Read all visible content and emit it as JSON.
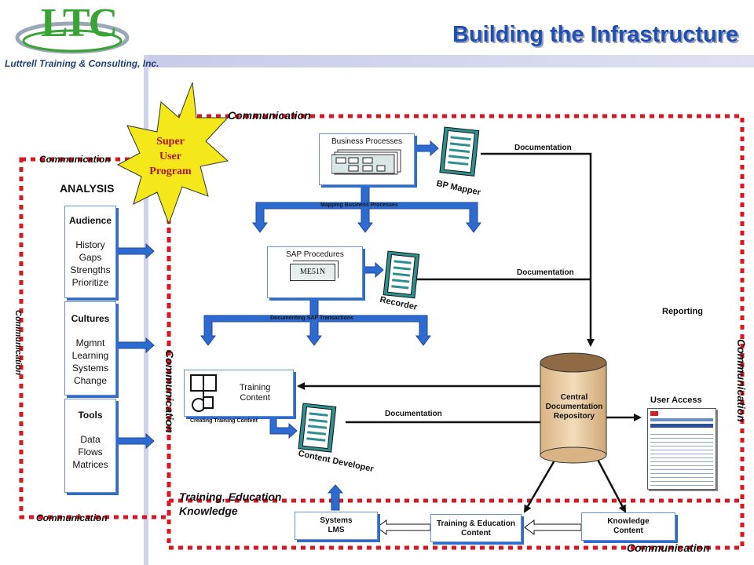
{
  "company": {
    "logo_letters": "LTC",
    "name": "Luttrell Training & Consulting, Inc."
  },
  "title": "Building the Infrastructure",
  "communication_label": "Communication",
  "super_user": {
    "line1": "Super",
    "line2": "User",
    "line3": "Program"
  },
  "analysis": {
    "heading": "ANALYSIS",
    "boxes": [
      {
        "title": "Audience",
        "items": [
          "History",
          "Gaps",
          "Strengths",
          "Prioritize"
        ]
      },
      {
        "title": "Cultures",
        "items": [
          "Mgmnt",
          "Learning",
          "Systems",
          "Change"
        ]
      },
      {
        "title": "Tools",
        "items": [
          "Data",
          "Flows",
          "Matrices"
        ]
      }
    ]
  },
  "business_processes": {
    "label": "Business Processes",
    "caption": "Mapping Business Processes",
    "tool": "BP Mapper"
  },
  "sap_procedures": {
    "label": "SAP Procedures",
    "code": "ME51N",
    "caption": "Documenting SAP Transactions",
    "tool": "Recorder"
  },
  "training_content": {
    "label_line1": "Training",
    "label_line2": "Content",
    "caption": "Creating Training Content",
    "tool": "Content Developer"
  },
  "documentation_label": "Documentation",
  "repository": {
    "line1": "Central",
    "line2": "Documentation",
    "line3": "Repository"
  },
  "reporting": "Reporting",
  "user_access": "User Access",
  "training_knowledge": {
    "line1": "Training, Education",
    "line2": "Knowledge"
  },
  "bottom_boxes": {
    "systems": {
      "line1": "Systems",
      "line2": "LMS"
    },
    "training_education": {
      "line1": "Training & Education",
      "line2": "Content"
    },
    "knowledge": {
      "line1": "Knowledge",
      "line2": "Content"
    }
  },
  "colors": {
    "dotted_border": "#e0141e",
    "arrow_blue": "#2d6bd1",
    "logo_green": "#3aa335",
    "title_blue": "#1f4fb4",
    "starburst": "#f4e81a",
    "cylinder": "#e8c9a0"
  }
}
